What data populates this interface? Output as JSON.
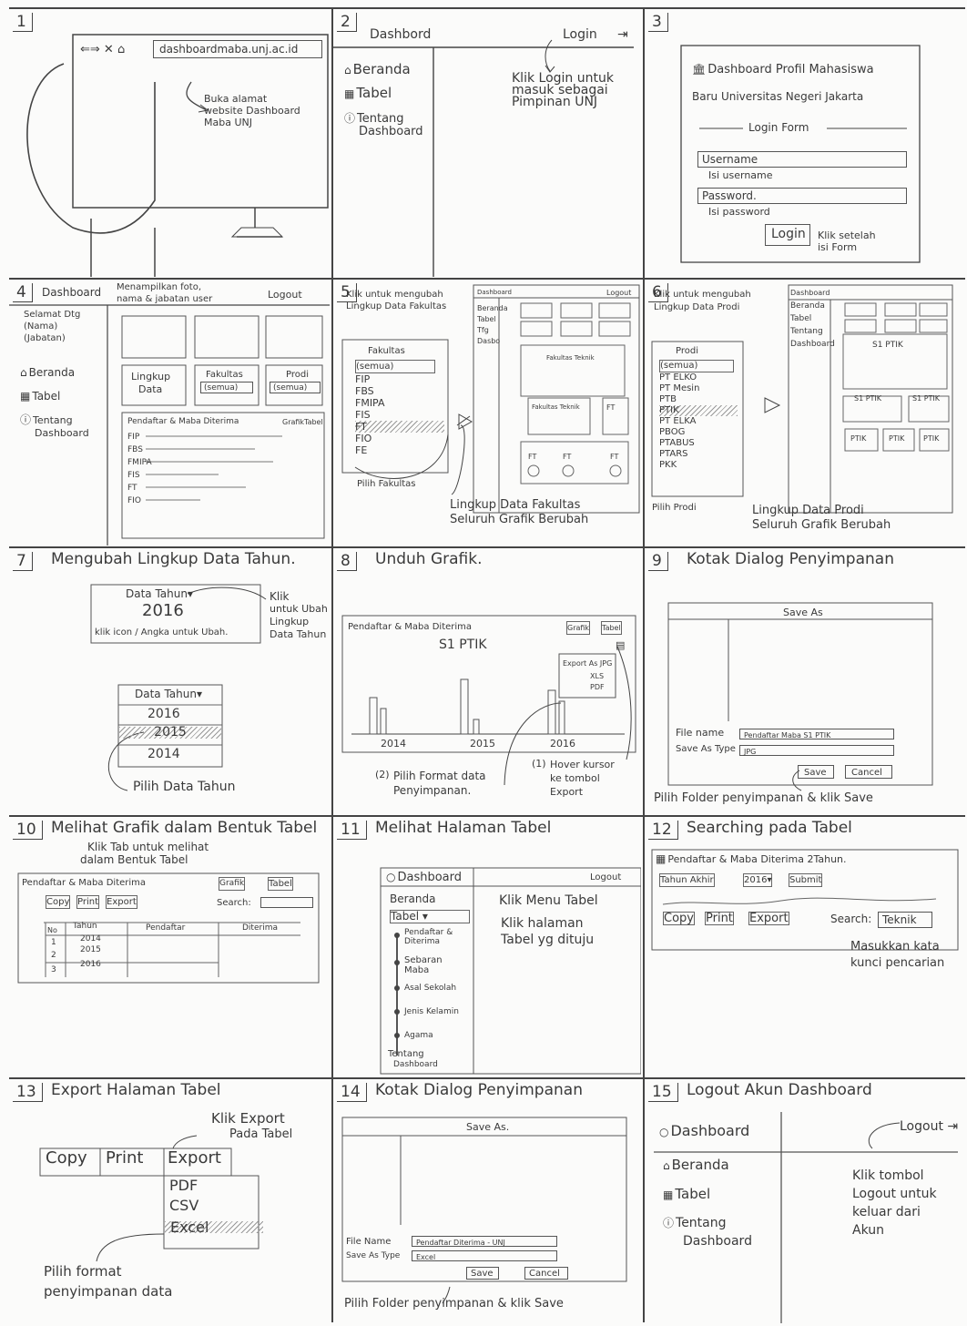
{
  "panels": {
    "p1": {
      "num": "1",
      "url": "dashboardmaba.unj.ac.id",
      "note": [
        "Buka alamat",
        "website Dashboard",
        "Maba UNJ"
      ]
    },
    "p2": {
      "num": "2",
      "brand": "Dashbord",
      "login": "Login",
      "menu": [
        "Beranda",
        "Tabel",
        "Tentang",
        "Dashboard"
      ],
      "note": [
        "Klik Login untuk",
        "masuk sebagai",
        "Pimpinan UNJ"
      ]
    },
    "p3": {
      "num": "3",
      "title1": "Dashboard Profil Mahasiswa",
      "title2": "Baru Universitas Negeri Jakarta",
      "form": "Login Form",
      "user_ph": "Username",
      "user_note": "Isi username",
      "pass_ph": "Password.",
      "pass_note": "Isi password",
      "btn": "Login",
      "btn_note": [
        "Klik setelah",
        "isi Form"
      ]
    },
    "p4": {
      "num": "4",
      "brand": "Dashboard",
      "note": [
        "Menampilkan foto,",
        "nama & jabatan user"
      ],
      "logout": "Logout",
      "greet": [
        "Selamat Dtg",
        "(Nama)",
        "(Jabatan)"
      ],
      "menu": [
        "Beranda",
        "Tabel",
        "Tentang",
        "Dashboard"
      ],
      "scope": [
        "Lingkup",
        "Data"
      ],
      "fak": "Fakultas",
      "fak_sel": "(semua)",
      "prodi": "Prodi",
      "prodi_sel": "(semua)",
      "chart": "Pendaftar & Maba Diterima",
      "tabs": [
        "Grafik",
        "Tabel"
      ],
      "rows": [
        "FIP",
        "FBS",
        "FMIPA",
        "FIS",
        "FT",
        "FIO"
      ]
    },
    "p5": {
      "num": "5",
      "note": [
        "Klik untuk mengubah",
        "Lingkup Data Fakultas"
      ],
      "label": "Fakultas",
      "options": [
        "(semua)",
        "FIP",
        "FBS",
        "FMIPA",
        "FIS",
        "FT",
        "FIO",
        "FE"
      ],
      "pick": "Pilih Fakultas",
      "mini_brand": "Dashboard",
      "mini_logout": "Logout",
      "menu": [
        "Beranda",
        "Tabel",
        "Tfg",
        "Dasbo"
      ],
      "fak1": "Fakultas Teknik",
      "fak2": "Fakultas Teknik",
      "ft": [
        "FT",
        "FT",
        "FT",
        "FT"
      ],
      "foot": [
        "Lingkup Data Fakultas",
        "Seluruh Grafik Berubah"
      ]
    },
    "p6": {
      "num": "6",
      "note": [
        "Klik untuk mengubah",
        "Lingkup Data Prodi"
      ],
      "label": "Prodi",
      "options": [
        "(semua)",
        "PT ELKO",
        "PT Mesin",
        "PTB",
        "PTIK",
        "PT ELKA",
        "PBOG",
        "PTABUS",
        "PTARS",
        "PKK"
      ],
      "pick": "Pilih Prodi",
      "menu": [
        "Dashboard",
        "Beranda",
        "Tabel",
        "Tentang",
        "Dashboard"
      ],
      "s1": "S1 PTIK",
      "s1b": "S1 PTIK",
      "s1c": "S1 PTIK",
      "ptik": [
        "PTIK",
        "PTIK",
        "PTIK"
      ],
      "foot": [
        "Lingkup Data Prodi",
        "Seluruh Grafik Berubah"
      ]
    },
    "p7": {
      "num": "7",
      "title": "Mengubah Lingkup Data Tahun.",
      "lbl": "Data Tahun",
      "year": "2016",
      "hint": "klik icon / Angka untuk Ubah.",
      "note": [
        "Klik",
        "untuk Ubah",
        "Lingkup",
        "Data Tahun"
      ],
      "lbl2": "Data Tahun",
      "years": [
        "2016",
        "2015",
        "2014"
      ],
      "pick": "Pilih Data Tahun"
    },
    "p8": {
      "num": "8",
      "title": "Unduh Grafik.",
      "chart": "Pendaftar & Maba Diterima",
      "tabs": [
        "Grafik",
        "Tabel"
      ],
      "sub": "S1 PTIK",
      "export": [
        "Export As JPG",
        "XLS",
        "PDF"
      ],
      "x": [
        "2014",
        "2015",
        "2016"
      ],
      "n1": [
        "Pilih Format data",
        "Penyimpanan."
      ],
      "n2": [
        "Hover kursor",
        "ke tombol",
        "Export"
      ],
      "b1": "2",
      "b2": "1"
    },
    "p9": {
      "num": "9",
      "title": "Kotak Dialog Penyimpanan",
      "dlg": "Save As",
      "fname_l": "File name",
      "fname": "Pendaftar Maba S1 PTIK",
      "ftype_l": "Save As Type",
      "ftype": "JPG",
      "save": "Save",
      "cancel": "Cancel",
      "note": "Pilih Folder penyimpanan & klik Save"
    },
    "p10": {
      "num": "10",
      "title": "Melihat Grafik dalam Bentuk Tabel",
      "note": [
        "Klik Tab untuk melihat",
        "dalam Bentuk Tabel"
      ],
      "chart": "Pendaftar & Maba Diterima",
      "tabs": [
        "Grafik",
        "Tabel"
      ],
      "btns": [
        "Copy",
        "Print",
        "Export"
      ],
      "search": "Search:",
      "cols": [
        "No",
        "Tahun",
        "Pendaftar",
        "Diterima"
      ],
      "rows": [
        [
          "1",
          "2014"
        ],
        [
          "2",
          "2015"
        ],
        [
          "3",
          "2016"
        ]
      ]
    },
    "p11": {
      "num": "11",
      "title": "Melihat Halaman Tabel",
      "brand": "Dashboard",
      "logout": "Logout",
      "menu": [
        "Beranda",
        "Tabel"
      ],
      "sub": [
        "Pendaftar & Diterima",
        "Sebaran Maba",
        "Asal Sekolah",
        "Jenis Kelamin",
        "Agama"
      ],
      "about": [
        "Tentang",
        "Dashboard"
      ],
      "n1": "Klik Menu Tabel",
      "n2": [
        "Klik halaman",
        "Tabel yg dituju"
      ]
    },
    "p12": {
      "num": "12",
      "title": "Searching pada Tabel",
      "head": "Pendaftar & Maba Diterima 2Tahun.",
      "sel_l": "Tahun Akhir",
      "sel": "2016",
      "submit": "Submit",
      "btns": [
        "Copy",
        "Print",
        "Export"
      ],
      "search": "Search:",
      "term": "Teknik",
      "note": [
        "Masukkan kata",
        "kunci pencarian"
      ]
    },
    "p13": {
      "num": "13",
      "title": "Export Halaman Tabel",
      "btns": [
        "Copy",
        "Print",
        "Export"
      ],
      "note": [
        "Klik Export",
        "Pada Tabel"
      ],
      "opts": [
        "PDF",
        "CSV",
        "Excel"
      ],
      "pick": [
        "Pilih format",
        "penyimpanan data"
      ]
    },
    "p14": {
      "num": "14",
      "title": "Kotak Dialog Penyimpanan",
      "dlg": "Save As.",
      "fname_l": "File Name",
      "fname": "Pendaftar Diterima - UNJ",
      "ftype_l": "Save As Type",
      "ftype": "Excel",
      "save": "Save",
      "cancel": "Cancel",
      "note": "Pilih Folder penyimpanan & klik Save"
    },
    "p15": {
      "num": "15",
      "title": "Logout Akun Dashboard",
      "brand": "Dashboard",
      "logout": "Logout",
      "menu": [
        "Beranda",
        "Tabel",
        "Tentang",
        "Dashboard"
      ],
      "note": [
        "Klik tombol",
        "Logout untuk",
        "keluar dari",
        "Akun"
      ]
    }
  }
}
